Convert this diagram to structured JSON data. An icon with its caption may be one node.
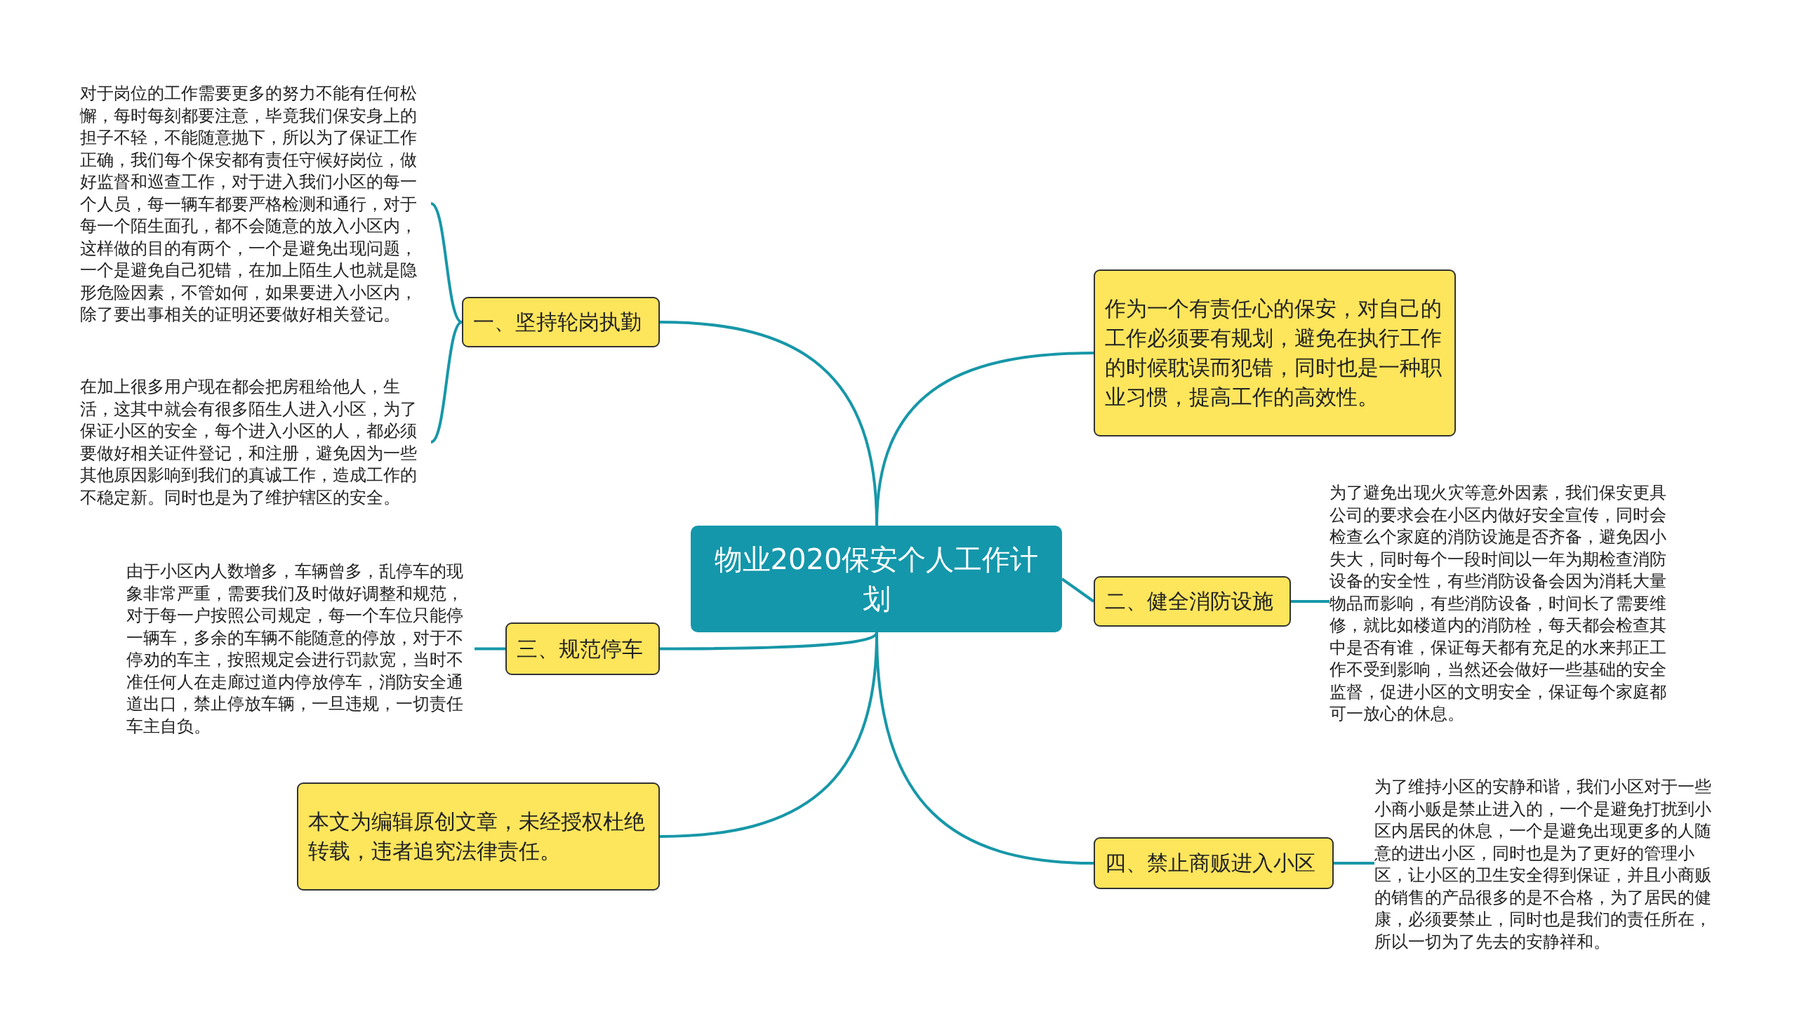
{
  "diagram": {
    "nodes": [
      {
        "text": [
          "物业2020保安个人工作计划"
        ]
      },
      {
        "text": [
          "一、坚持轮岗执勤"
        ]
      },
      {
        "text": [
          "对于岗位的工作需要更多的努力不能有任何松懈，每时每刻都要注意，毕竟我们保安身上的担子不轻，不能随意抛下，所以为了保证工作正确，我们每个保安都有责任守候好岗位，做好监督和巡查工作，对于进入我们小区的每一个人员，每一辆车都要严格检测和通行，对于每一个陌生面孔，都不会随意的放入小区内，这样做的目的有两个，一个是避免出现问题，一个是避免自己犯错，在加上陌生人也就是隐形危险因素，不管如何，如果要进入小区内，除了要出事相关的证明还要做好相关登记。"
        ]
      },
      {
        "text": [
          "在加上很多用户现在都会把房租给他人，生活，这其中就会有很多陌生人进入小区，为了保证小区的安全，每个进入小区的人，都必须要做好相关证件登记，和注册，避免因为一些其他原因影响到我们的真诚工作，造成工作的不稳定新。同时也是为了维护辖区的安全。"
        ]
      },
      {
        "text": [
          "作为一个有责任心的保安，对自己的工作必须要有规划，避免在执行工作的时候耽误而犯错，同时也是一种职业习惯，提高工作的高效性。"
        ]
      },
      {
        "text": [
          "二、健全消防设施"
        ]
      },
      {
        "text": [
          "为了避免出现火灾等意外因素，我们保安更具公司的要求会在小区内做好安全宣传，同时会检查么个家庭的消防设施是否齐备，避免因小失大，同时每个一段时间以一年为期检查消防设备的安全性，有些消防设备会因为消耗大量物品而影响，有些消防设备，时间长了需要维修，就比如楼道内的消防栓，每天都会检查其中是否有谁，保证每天都有充足的水来邦正工作不受到影响，当然还会做好一些基础的安全监督，促进小区的文明安全，保证每个家庭都可一放心的休息。"
        ]
      },
      {
        "text": [
          "三、规范停车"
        ]
      },
      {
        "text": [
          "由于小区内人数增多，车辆曾多，乱停车的现象非常严重，需要我们及时做好调整和规范，对于每一户按照公司规定，每一个车位只能停一辆车，多余的车辆不能随意的停放，对于不停劝的车主，按照规定会进行罚款宽，当时不准任何人在走廊过道内停放停车，消防安全通道出口，禁止停放车辆，一旦违规，一切责任车主自负。"
        ]
      },
      {
        "text": [
          "本文为编辑原创文章，未经授权杜绝转载，违者追究法律责任。"
        ]
      },
      {
        "text": [
          "四、禁止商贩进入小区"
        ]
      },
      {
        "text": [
          "为了维持小区的安静和谐，我们小区对于一些小商小贩是禁止进入的，一个是避免打扰到小区内居民的休息，一个是避免出现更多的人随意的进出小区，同时也是为了更好的管理小区，让小区的卫生安全得到保证，并且小商贩的销售的产品很多的是不合格，为了居民的健康，必须要禁止，同时也是我们的责任所在，所以一切为了先去的安静祥和。"
        ]
      }
    ],
    "edges": [
      {
        "from": 0,
        "to": 1,
        "arrow": "none"
      },
      {
        "from": 1,
        "to": 2,
        "arrow": "none"
      },
      {
        "from": 1,
        "to": 3,
        "arrow": "none"
      },
      {
        "from": 0,
        "to": 4,
        "arrow": "none"
      },
      {
        "from": 0,
        "to": 5,
        "arrow": "none"
      },
      {
        "from": 5,
        "to": 6,
        "arrow": "none"
      },
      {
        "from": 0,
        "to": 7,
        "arrow": "none"
      },
      {
        "from": 7,
        "to": 8,
        "arrow": "none"
      },
      {
        "from": 0,
        "to": 9,
        "arrow": "none"
      },
      {
        "from": 0,
        "to": 10,
        "arrow": "none"
      },
      {
        "from": 10,
        "to": 11,
        "arrow": "none"
      }
    ]
  }
}
